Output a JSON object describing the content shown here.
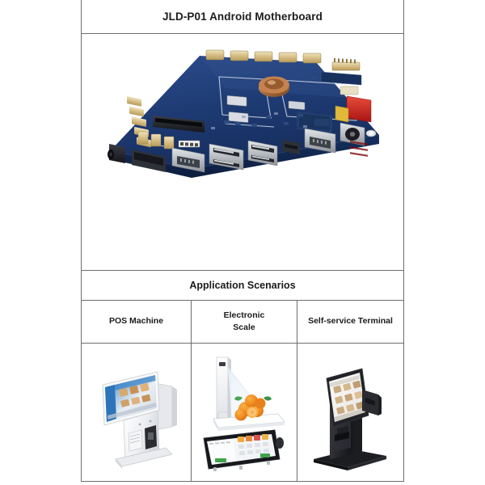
{
  "product": {
    "title": "JLD-P01 Android Motherboard"
  },
  "board": {
    "alt_name": "android-motherboard-photo",
    "pcb_color": "#1b3a73",
    "pcb_edge_color": "#2a4a86",
    "silkscreen_color": "#d8dee8",
    "connector_gold": "#d9c084",
    "connector_red": "#cf2222",
    "connector_yellow": "#e8c23a",
    "shield_silver": "#b9bcc0",
    "heatsink_copper": "#b5764a"
  },
  "section": {
    "heading": "Application Scenarios"
  },
  "scenarios": [
    {
      "label": "POS Machine",
      "image_name": "pos-machine-photo",
      "colors": {
        "body": "#f2f3f5",
        "screen": "#2b6fb8",
        "shadow": "#c9ccd1"
      }
    },
    {
      "label": "Electronic\nScale",
      "image_name": "electronic-scale-photo",
      "colors": {
        "body": "#f4f5f7",
        "beam": "#cfe3f3",
        "fruit": "#f08a21",
        "leaf": "#3e9246",
        "panel": "#1d1d1f"
      }
    },
    {
      "label": "Self-service Terminal",
      "image_name": "self-service-terminal-photo",
      "colors": {
        "body": "#2b2b2e",
        "screen": "#f7f5f2",
        "base": "#1a1a1c"
      }
    }
  ]
}
